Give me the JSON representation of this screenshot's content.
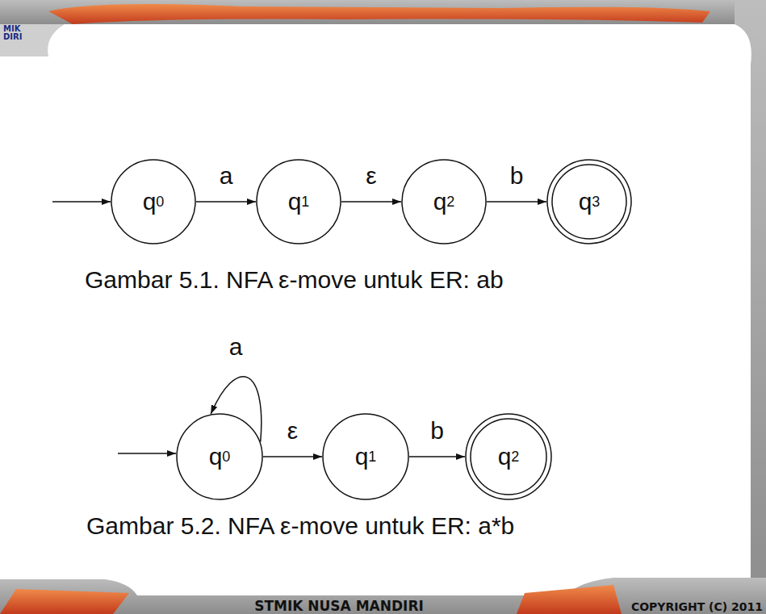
{
  "diagram": {
    "nodes": [
      {
        "text": [
          "q0"
        ]
      },
      {
        "text": [
          "q1"
        ]
      },
      {
        "text": [
          "q2"
        ]
      },
      {
        "text": [
          "q3"
        ]
      },
      {
        "text": [
          "q0"
        ]
      },
      {
        "text": [
          "q1"
        ]
      },
      {
        "text": [
          "q2"
        ]
      }
    ],
    "edges": [
      {
        "from": 0,
        "to": 1,
        "label": "a",
        "arrow": "to"
      },
      {
        "from": 1,
        "to": 2,
        "label": "ε",
        "arrow": "to"
      },
      {
        "from": 2,
        "to": 3,
        "label": "b",
        "arrow": "to"
      },
      {
        "from": 4,
        "to": 4,
        "label": "a",
        "arrow": "to"
      },
      {
        "from": 4,
        "to": 5,
        "label": "ε",
        "arrow": "to"
      },
      {
        "from": 5,
        "to": 6,
        "label": "b",
        "arrow": "to"
      }
    ],
    "labels": [
      "Gambar 5.1. NFA ε-move untuk ER: ab",
      "Gambar 5.2. NFA ε-move untuk ER: a*b",
      "STMIK NUSA MANDIRI",
      "COPYRIGHT (C) 2011",
      "MIK",
      "DIRI"
    ]
  }
}
